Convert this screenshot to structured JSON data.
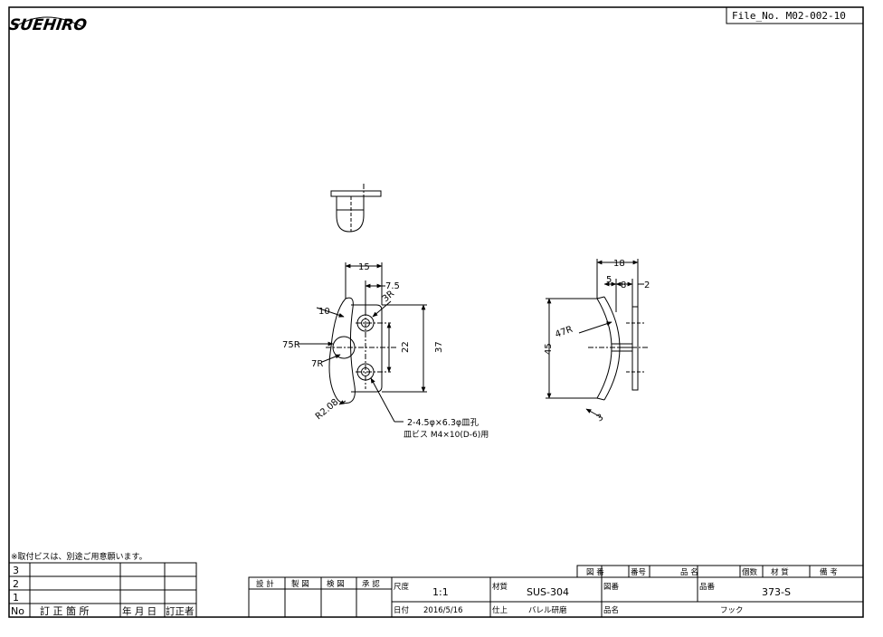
{
  "logo": "SUEHIRO",
  "file_no": "File_No.  M02-002-10",
  "dims": {
    "w15": "15",
    "w7_5": "7.5",
    "r3": "3R",
    "d10": "10",
    "r75": "75R",
    "r7": "7R",
    "h22": "22",
    "h37": "37",
    "r2_08": "R2.08",
    "w18": "18",
    "w5": "5",
    "w8": "8",
    "w2": "2",
    "r47": "47R",
    "h45": "45",
    "t3": "3"
  },
  "notes": {
    "hole": "2-4.5φ×6.3φ皿孔",
    "screw": "皿ビス M4×10(D-6)用",
    "screw_note": "※取付ビスは、別途ご用意願います。"
  },
  "revision": {
    "rows": [
      "3",
      "2",
      "1"
    ],
    "headers": [
      "No",
      "訂 正 箇 所",
      "年 月 日",
      "訂正者"
    ]
  },
  "title_block": {
    "stamps": [
      "設 計",
      "製 図",
      "検 図",
      "承 認"
    ],
    "scale_label": "尺度",
    "scale_value": "1:1",
    "material_label": "材質",
    "material_value": "SUS-304",
    "zuban_label": "図番",
    "hinban_label": "品番",
    "hinban_value": "373-S",
    "date_label": "日付",
    "date_value": "2016/5/16",
    "finish_label": "仕上",
    "finish_value": "バレル研磨",
    "name_label": "品名",
    "name_value": "フック"
  },
  "parts_header": [
    "図 番",
    "番号",
    "品 名",
    "個数",
    "材 質",
    "備 考"
  ]
}
